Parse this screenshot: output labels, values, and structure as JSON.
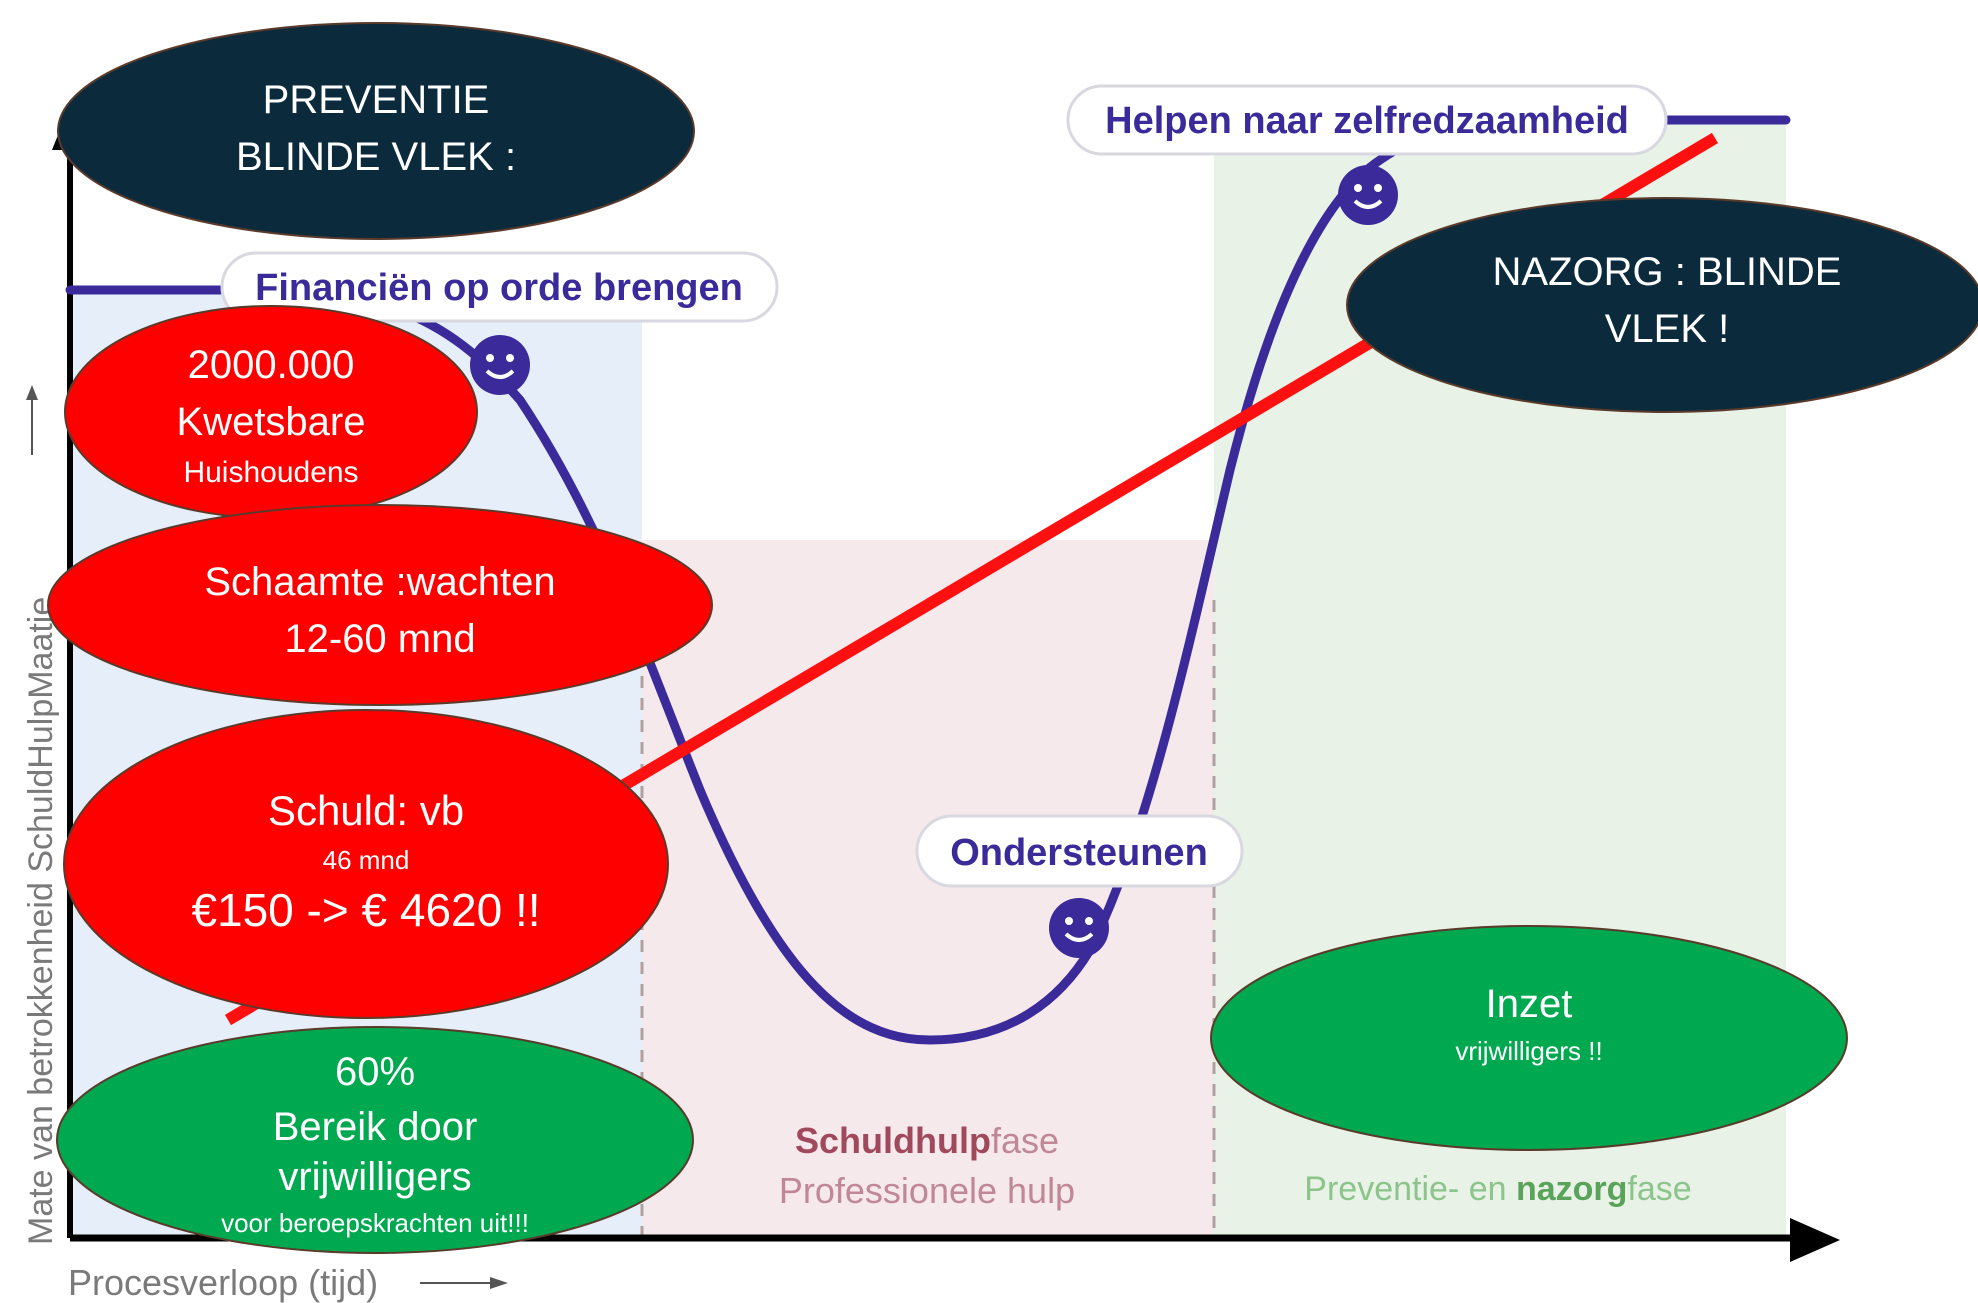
{
  "axes": {
    "y_label": "Mate van betrokkenheid SchuldHulpMaatje",
    "x_label": "Procesverloop (tijd)"
  },
  "phases": [
    {
      "name_bold": "",
      "name_rest": "",
      "subtitle": "",
      "color": "#e6eef9"
    },
    {
      "name_bold": "Schuldhulp",
      "name_rest": "fase",
      "subtitle": "Professionele hulp",
      "color": "#f6e9ec"
    },
    {
      "name_bold": "",
      "name_pre": "Preventie- en ",
      "name_bold2": "nazorg",
      "name_rest": "fase",
      "subtitle": "",
      "color": "#e8f2e6"
    }
  ],
  "curve_labels": {
    "start": "Financiën op orde brengen",
    "bottom": "Ondersteunen",
    "end": "Helpen naar zelfredzaamheid"
  },
  "colors": {
    "curve": "#3a2a9a",
    "dark_bubble": "#0b2a3c",
    "red_bubble": "#ff0000",
    "green_bubble": "#00a84f",
    "red_line": "#ff1010",
    "phase_text_pink": "#a0485c",
    "phase_text_green": "#5aa35a"
  },
  "icons": [
    "smiley-icon",
    "smiley-icon",
    "smiley-icon"
  ],
  "bubbles": {
    "preventie": {
      "line1": "PREVENTIE",
      "line2": "BLINDE VLEK :"
    },
    "nazorg": {
      "line1": "NAZORG : BLINDE",
      "line2": "VLEK !"
    },
    "kwetsbare": {
      "line1": "2000.000",
      "line2": "Kwetsbare",
      "line3": "Huishoudens"
    },
    "schaamte": {
      "line1": "Schaamte :wachten",
      "line2": "12-60 mnd"
    },
    "schuld": {
      "line1": "Schuld: vb",
      "line2": "46 mnd",
      "line3": "€150 -> € 4620 !!"
    },
    "bereik": {
      "line1": "60%",
      "line2": "Bereik door",
      "line3": "vrijwilligers",
      "line4": "voor beroepskrachten uit!!!"
    },
    "inzet": {
      "line1": "Inzet",
      "line2": "vrijwilligers !!"
    }
  }
}
